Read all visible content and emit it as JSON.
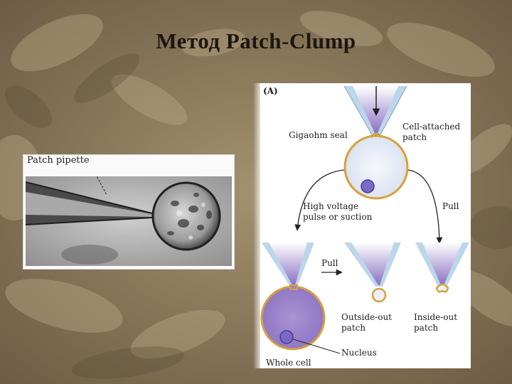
{
  "slide": {
    "title": "Метод Patch-Clump"
  },
  "photo": {
    "label": "Patch pipette"
  },
  "diagram": {
    "panel_letter": "(A)",
    "labels": {
      "gigaohm_seal": "Gigaohm seal",
      "cell_attached": "Cell-attached\npatch",
      "high_voltage": "High voltage\npulse or suction",
      "pull_right": "Pull",
      "pull_middle": "Pull",
      "outside_out": "Outside-out\npatch",
      "inside_out": "Inside-out\npatch",
      "nucleus": "Nucleus",
      "whole_cell": "Whole cell"
    },
    "colors": {
      "pipette_glass": "#bcd6ea",
      "pipette_fill": "#8a70c2",
      "cell_membrane": "#d4a23a",
      "cell_cytoplasm_light": "#e9edf6",
      "cell_cytoplasm_whole": "#9d86c6",
      "nucleus": "#7a69c8"
    }
  }
}
